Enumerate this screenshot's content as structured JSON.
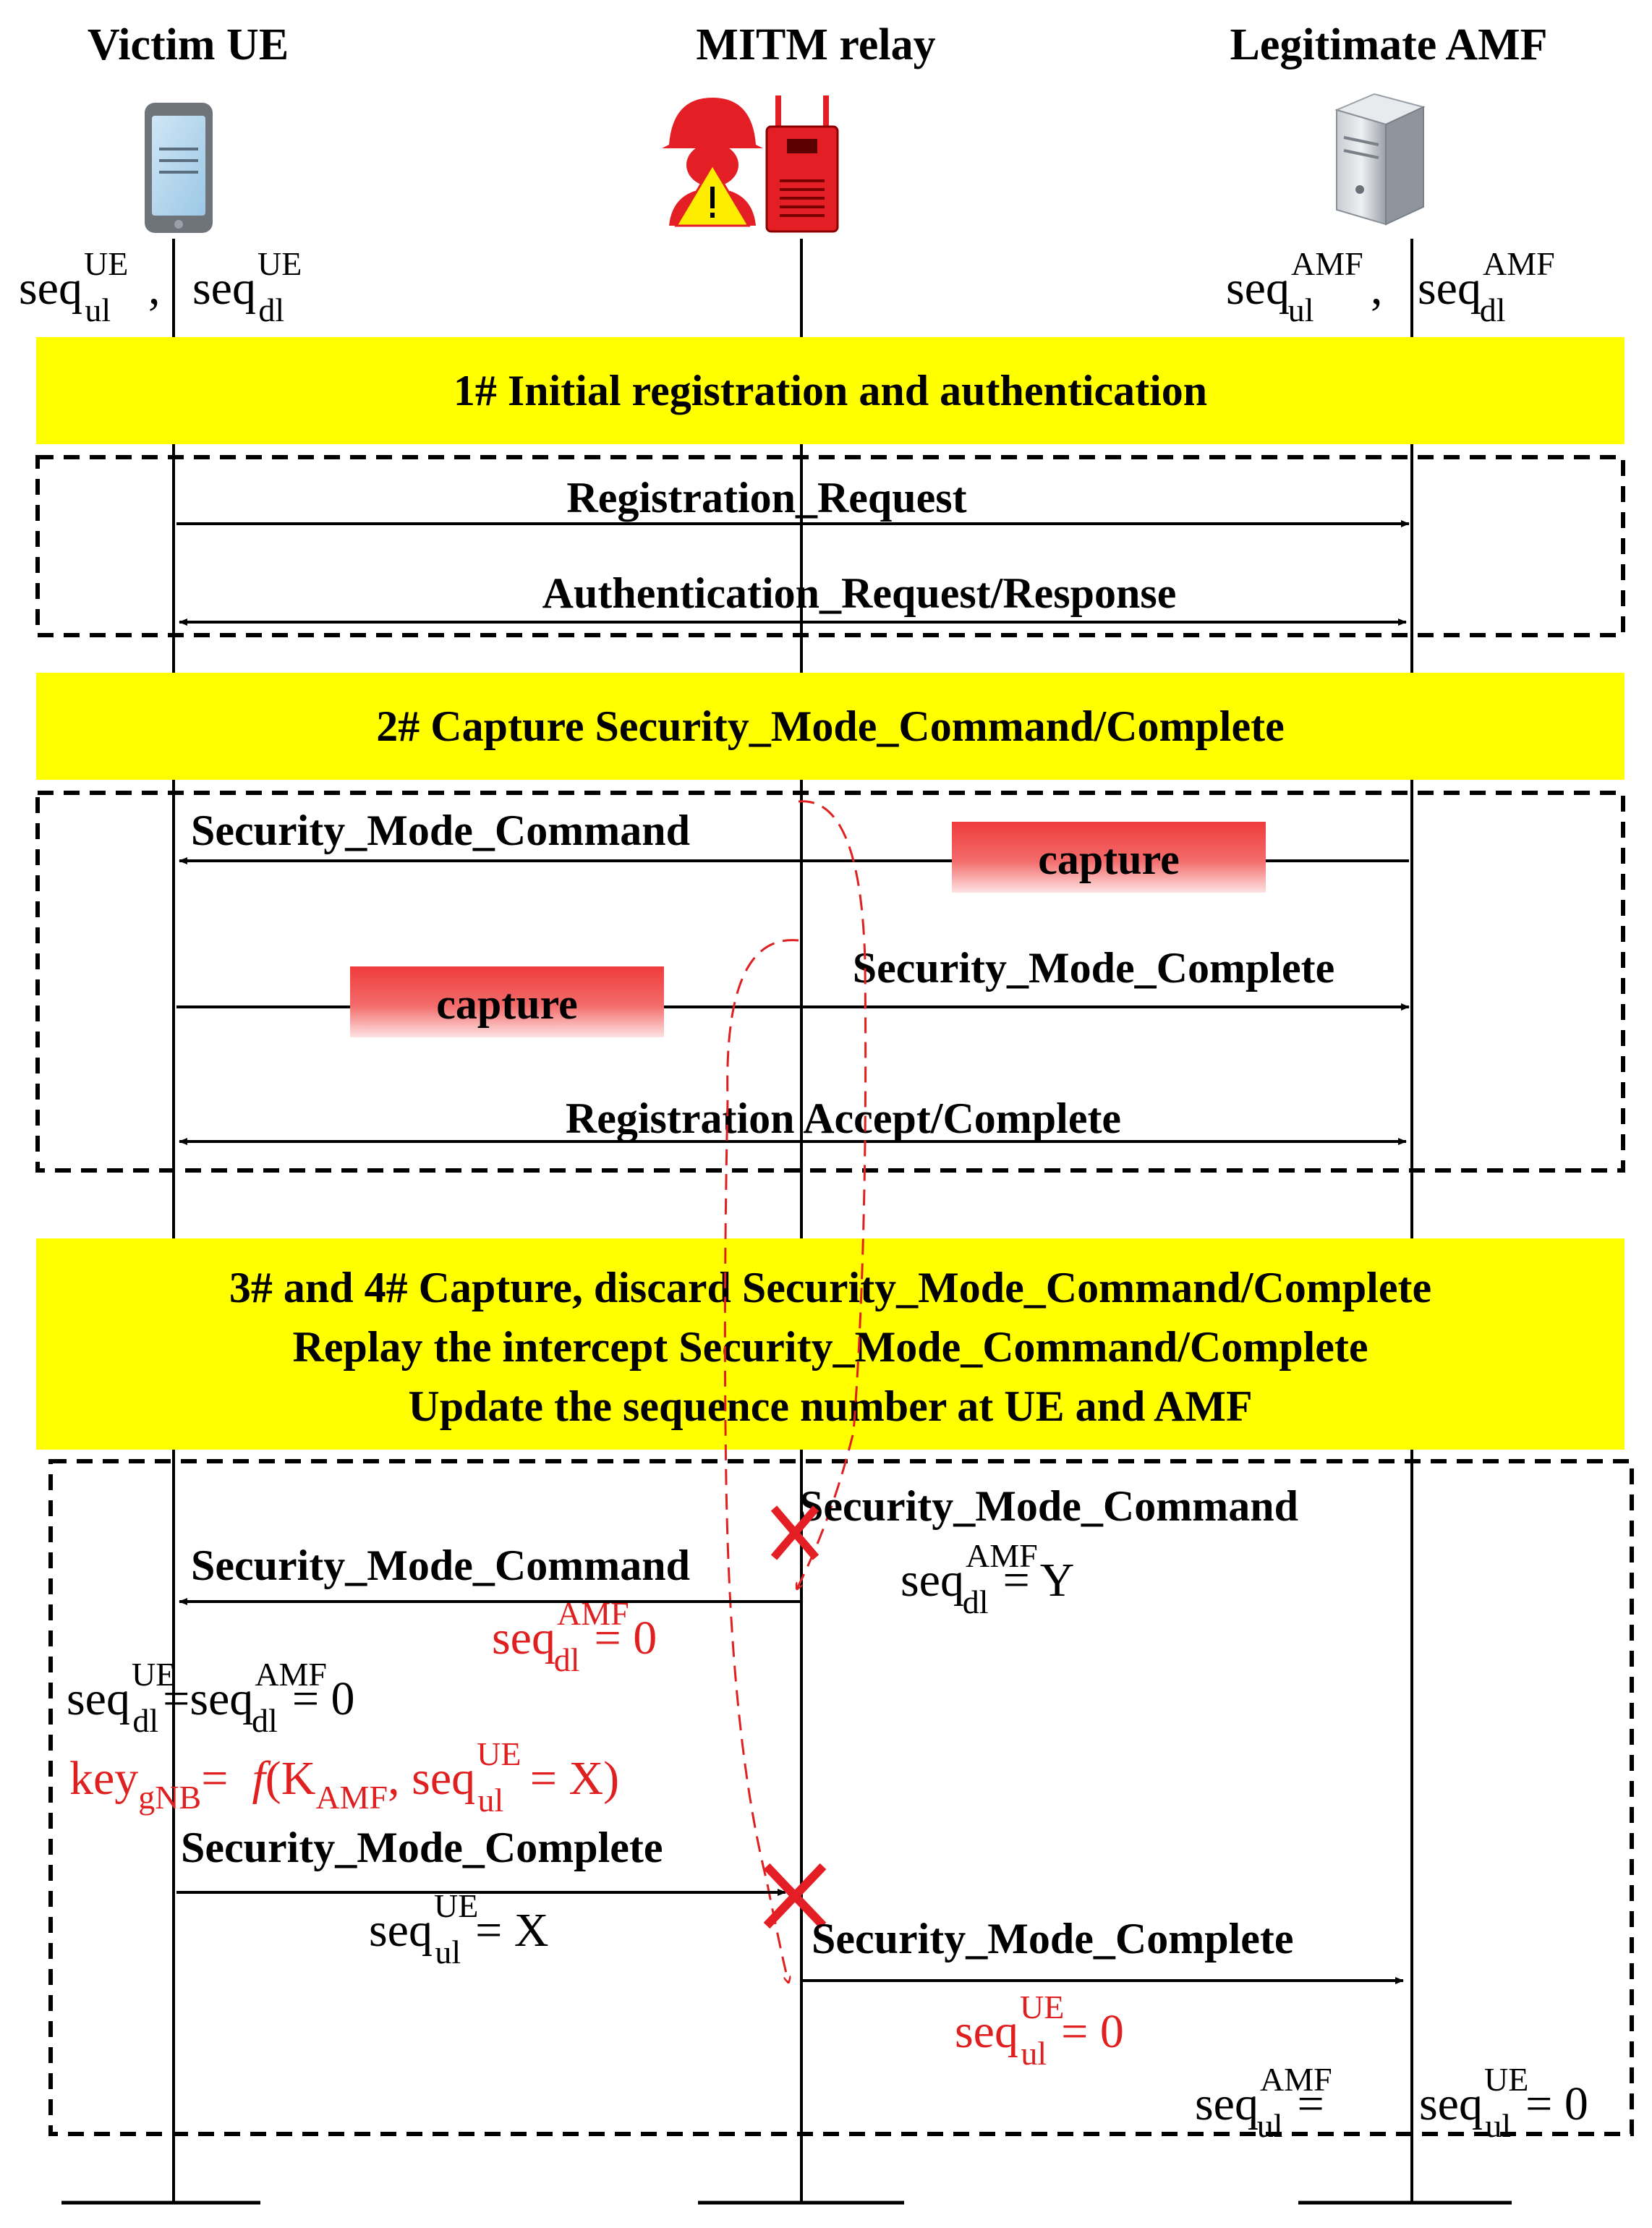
{
  "entities": {
    "victim_ue": "Victim UE",
    "mitm_relay": "MITM relay",
    "legitimate_amf": "Legitimate AMF"
  },
  "notation": {
    "seq": "seq",
    "ul": "ul",
    "dl": "dl",
    "ue": "UE",
    "amf": "AMF",
    "comma": ",",
    "key": "key",
    "gnb": "gNB",
    "f": "f",
    "k": "K",
    "x": "X",
    "y": "Y",
    "zero": "0"
  },
  "phases": {
    "phase1": "1# Initial registration and authentication",
    "phase2": "2# Capture Security_Mode_Command/Complete",
    "phase3_line1": "3# and 4# Capture, discard Security_Mode_Command/Complete",
    "phase3_line2": "Replay the intercept Security_Mode_Command/Complete",
    "phase3_line3": "Update the sequence number at UE and AMF"
  },
  "messages": {
    "registration_request": "Registration_Request",
    "authentication": "Authentication_Request/Response",
    "smc": "Security_Mode_Command",
    "smc_complete": "Security_Mode_Complete",
    "registration_accept": "Registration Accept/Complete",
    "capture": "capture"
  },
  "colors": {
    "phase_bg": "#ffff00",
    "red": "#e02020",
    "capture_gradient_top": "#ef3b3b",
    "capture_gradient_bottom": "#fde2e2"
  },
  "icons": [
    "phone-icon",
    "hacker-icon",
    "radio-device-icon",
    "server-icon",
    "discard-x-icon"
  ]
}
